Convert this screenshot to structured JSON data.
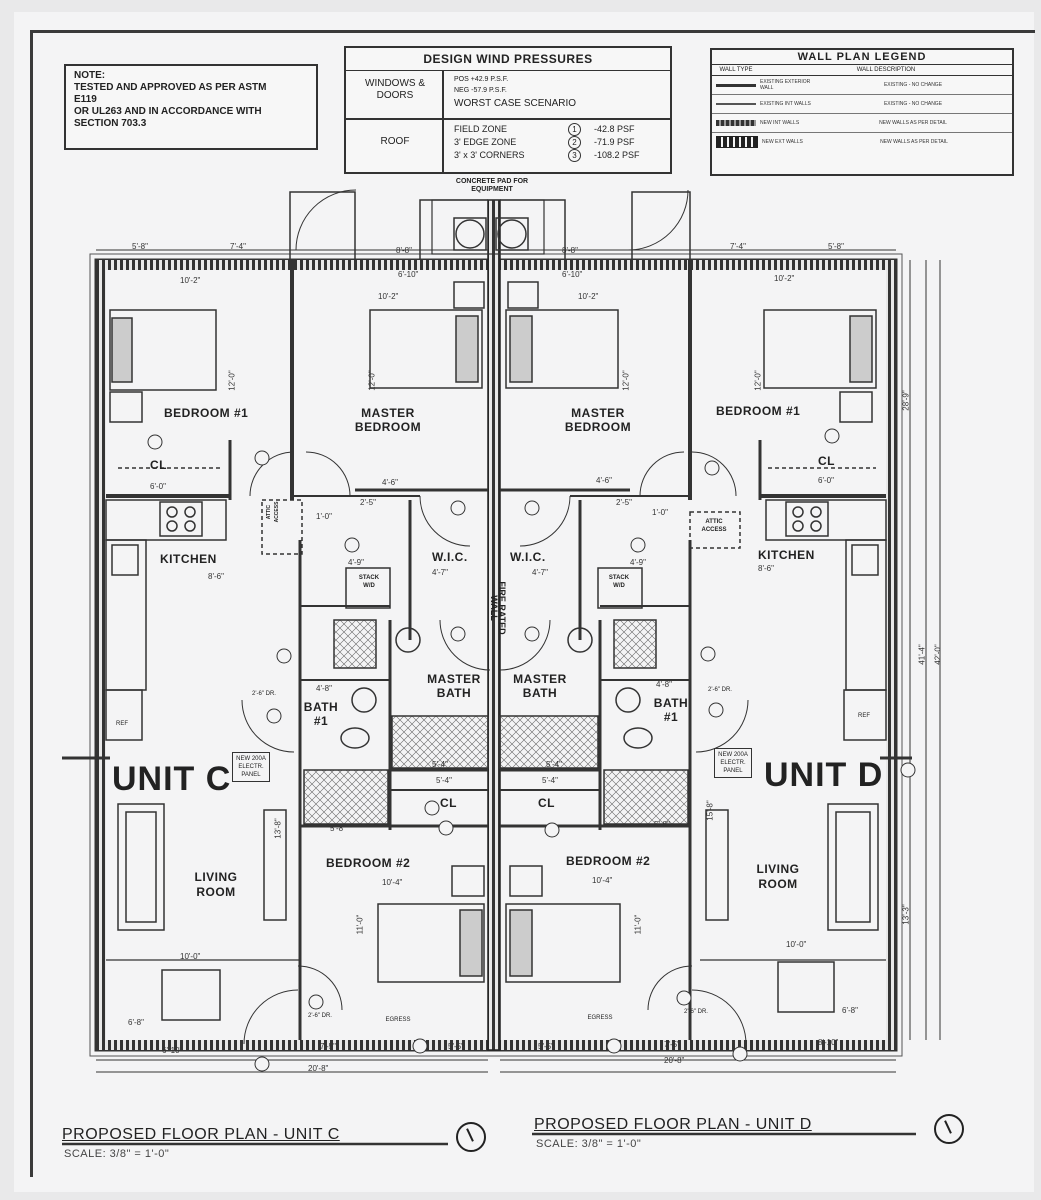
{
  "note": {
    "lines": [
      "NOTE:",
      "TESTED AND APPROVED AS PER ASTM",
      "E119",
      "OR UL263 AND IN ACCORDANCE WITH",
      "SECTION 703.3"
    ]
  },
  "wind": {
    "title": "DESIGN WIND PRESSURES",
    "windows_label": "WINDOWS & DOORS",
    "pos": "POS +42.9 P.S.F.",
    "neg": "NEG -57.9 P.S.F.",
    "worst": "WORST CASE SCENARIO",
    "roof_label": "ROOF",
    "zones": [
      {
        "name": "FIELD ZONE",
        "num": "1",
        "value": "-42.8 PSF"
      },
      {
        "name": "3' EDGE ZONE",
        "num": "2",
        "value": "-71.9 PSF"
      },
      {
        "name": "3' x 3' CORNERS",
        "num": "3",
        "value": "-108.2 PSF"
      }
    ]
  },
  "legend": {
    "title": "WALL PLAN LEGEND",
    "col_type": "WALL TYPE",
    "col_desc": "WALL DESCRIPTION",
    "rows": [
      {
        "type": "EXISTING EXTERIOR WALL",
        "desc": "EXISTING - NO CHANGE"
      },
      {
        "type": "EXISTING INT WALLS",
        "desc": "EXISTING - NO CHANGE"
      },
      {
        "type": "NEW INT WALLS",
        "desc": "NEW WALLS AS PER DETAIL"
      },
      {
        "type": "NEW EXT WALLS",
        "desc": "NEW WALLS AS PER DETAIL"
      }
    ]
  },
  "plan": {
    "concrete_pad": "CONCRETE PAD FOR EQUIPMENT",
    "party_wall": "FIRE RATED WALL",
    "unit_c": "UNIT C",
    "unit_d": "UNIT D",
    "rooms": {
      "c_bedroom1": "BEDROOM #1",
      "c_master": "MASTER BEDROOM",
      "d_master": "MASTER BEDROOM",
      "d_bedroom1": "BEDROOM #1",
      "c_cl": "CL",
      "d_cl": "CL",
      "c_kitchen": "KITCHEN",
      "d_kitchen": "KITCHEN",
      "c_wic": "W.I.C.",
      "d_wic": "W.I.C.",
      "c_master_bath": "MASTER BATH",
      "d_master_bath": "MASTER BATH",
      "c_bath1": "BATH #1",
      "d_bath1": "BATH #1",
      "c_cl2": "CL",
      "d_cl2": "CL",
      "c_bedroom2": "BEDROOM #2",
      "d_bedroom2": "BEDROOM #2",
      "c_living": "LIVING ROOM",
      "d_living": "LIVING ROOM"
    },
    "misc": {
      "attic_c": "ATTIC ACCESS",
      "attic_d": "ATTIC ACCESS",
      "stack_c": "STACK W/D",
      "stack_d": "STACK W/D",
      "panel_c": "NEW 200A ELECTR. PANEL",
      "panel_d": "NEW 200A ELECTR. PANEL",
      "ref_c": "REF",
      "ref_d": "REF",
      "egress_c": "EGRESS",
      "egress_d": "EGRESS",
      "dr_c": "2'-6\" DR.",
      "dr_d": "2'-6\" DR.",
      "bath_dr_c": "2'-6\" DR.",
      "bath_dr_d": "2'-6\" DR."
    },
    "dims": {
      "c_top_a": "5'-8\"",
      "c_top_b": "7'-4\"",
      "c_top_c": "8'-8\"",
      "d_top_a": "8'-8\"",
      "d_top_b": "7'-4\"",
      "d_top_c": "5'-8\"",
      "c_bed1_w": "10'-2\"",
      "c_mb_w1": "6'-10\"",
      "c_mb_w2": "10'-2\"",
      "d_mb_w1": "6'-10\"",
      "d_mb_w2": "10'-2\"",
      "d_bed1_w": "10'-2\"",
      "c_bed1_h": "12'-0\"",
      "c_mb_h": "12'-0\"",
      "d_mb_h": "12'-0\"",
      "d_bed1_h": "12'-0\"",
      "c_cl_w": "6'-0\"",
      "d_cl_w": "6'-0\"",
      "c_kit_w": "8'-6\"",
      "d_kit_w": "8'-6\"",
      "c_wic_w": "4'-7\"",
      "d_wic_w": "4'-7\"",
      "c_wic_a": "4'-6\"",
      "d_wic_a": "4'-6\"",
      "c_wic_b": "2'-5\"",
      "d_wic_b": "2'-5\"",
      "c_stack": "4'-9\"",
      "d_stack": "4'-9\"",
      "c_bath_w": "4'-8\"",
      "d_bath_w": "4'-8\"",
      "c_mbath_a": "5'-4\"",
      "c_mbath_b": "5'-4\"",
      "d_mbath_a": "5'-4\"",
      "d_mbath_b": "5'-4\"",
      "c_cl2_w": "5'-8\"",
      "d_cl2_w": "5'-8\"",
      "c_bed2_w": "10'-4\"",
      "d_bed2_w": "10'-4\"",
      "c_bed2_h": "11'-0\"",
      "d_bed2_h": "11'-0\"",
      "c_liv_w": "10'-0\"",
      "d_liv_w": "10'-0\"",
      "c_bot_a": "6'-8\"",
      "c_bot_b": "6'-10\"",
      "c_bot_c": "7'-5\"",
      "c_bot_d": "5'-5\"",
      "c_bot_e": "20'-8\"",
      "d_bot_a": "6'-8\"",
      "d_bot_b": "8'-10\"",
      "d_bot_c": "7'-5\"",
      "d_bot_d": "5'-5\"",
      "d_bot_e": "20'-8\"",
      "c_liv_h": "13'-8\"",
      "d_liv_h": "15'-8\"",
      "d_right_a": "28'-9\"",
      "d_right_b": "41'-4\"",
      "d_right_c": "42'-0\"",
      "d_right_d": "13'-3\"",
      "attic_dim_c": "1'-0\"",
      "attic_dim_d": "1'-0\""
    }
  },
  "footer": {
    "c_title": "PROPOSED FLOOR PLAN - UNIT C",
    "c_scale": "SCALE: 3/8\" = 1'-0\"",
    "d_title": "PROPOSED FLOOR PLAN - UNIT D",
    "d_scale": "SCALE: 3/8\" = 1'-0\""
  }
}
